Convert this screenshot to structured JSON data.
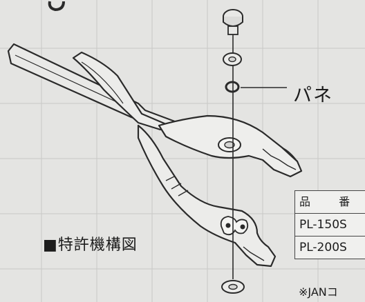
{
  "callout": {
    "label": "パネ"
  },
  "caption": {
    "title": "■特許機構図"
  },
  "table": {
    "header": "品 番",
    "rows": [
      "PL-150S",
      "PL-200S"
    ]
  },
  "footnote": "※JANコ",
  "colors": {
    "paper": "#e4e4e2",
    "ink": "#2a2a2a",
    "grid": "#c8c8c6"
  }
}
